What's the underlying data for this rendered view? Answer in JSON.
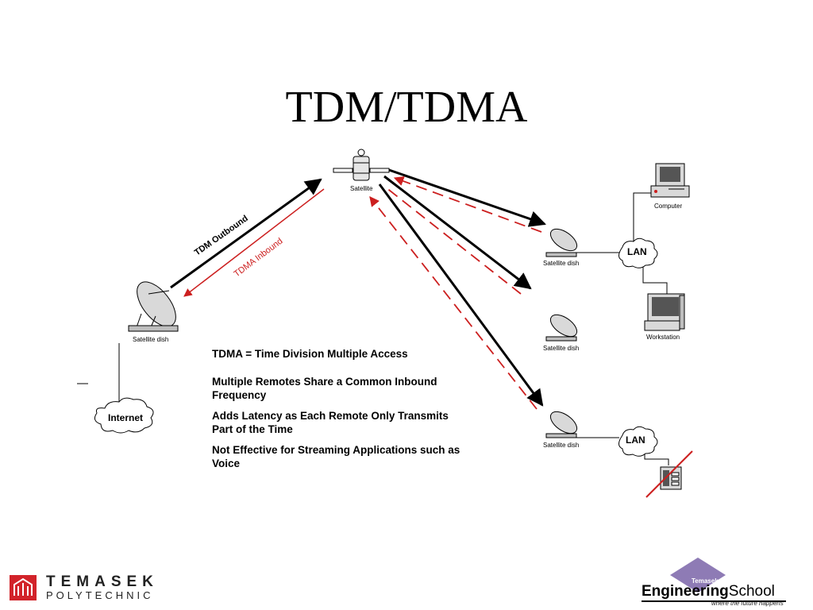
{
  "slide": {
    "title": "TDM/TDMA"
  },
  "diagram": {
    "satellite_label": "Satellite",
    "hub_dish_label": "Satellite dish",
    "remote_dish_label": "Satellite dish",
    "outbound_label": "TDM Outbound",
    "inbound_label": "TDMA Inbound",
    "internet_label": "Internet",
    "lan_label": "LAN",
    "computer_label": "Computer",
    "workstation_label": "Workstation",
    "colors": {
      "outbound": "#000000",
      "inbound": "#cc1f1f",
      "cross_out": "#cc1f1f"
    }
  },
  "bullets": [
    "TDMA = Time Division Multiple Access",
    "Multiple Remotes Share a Common Inbound Frequency",
    "Adds Latency as Each Remote Only Transmits Part of the Time",
    "Not Effective for Streaming Applications such as Voice"
  ],
  "footer": {
    "left_logo_line1": "TEMASEK",
    "left_logo_line2": "POLYTECHNIC",
    "right_logo_badge": "Temasek",
    "right_logo_bold": "Engineering",
    "right_logo_rest": "School",
    "right_logo_tagline": "where the future happens",
    "brand_red": "#d2232a",
    "brand_purple": "#8e7bb5"
  }
}
